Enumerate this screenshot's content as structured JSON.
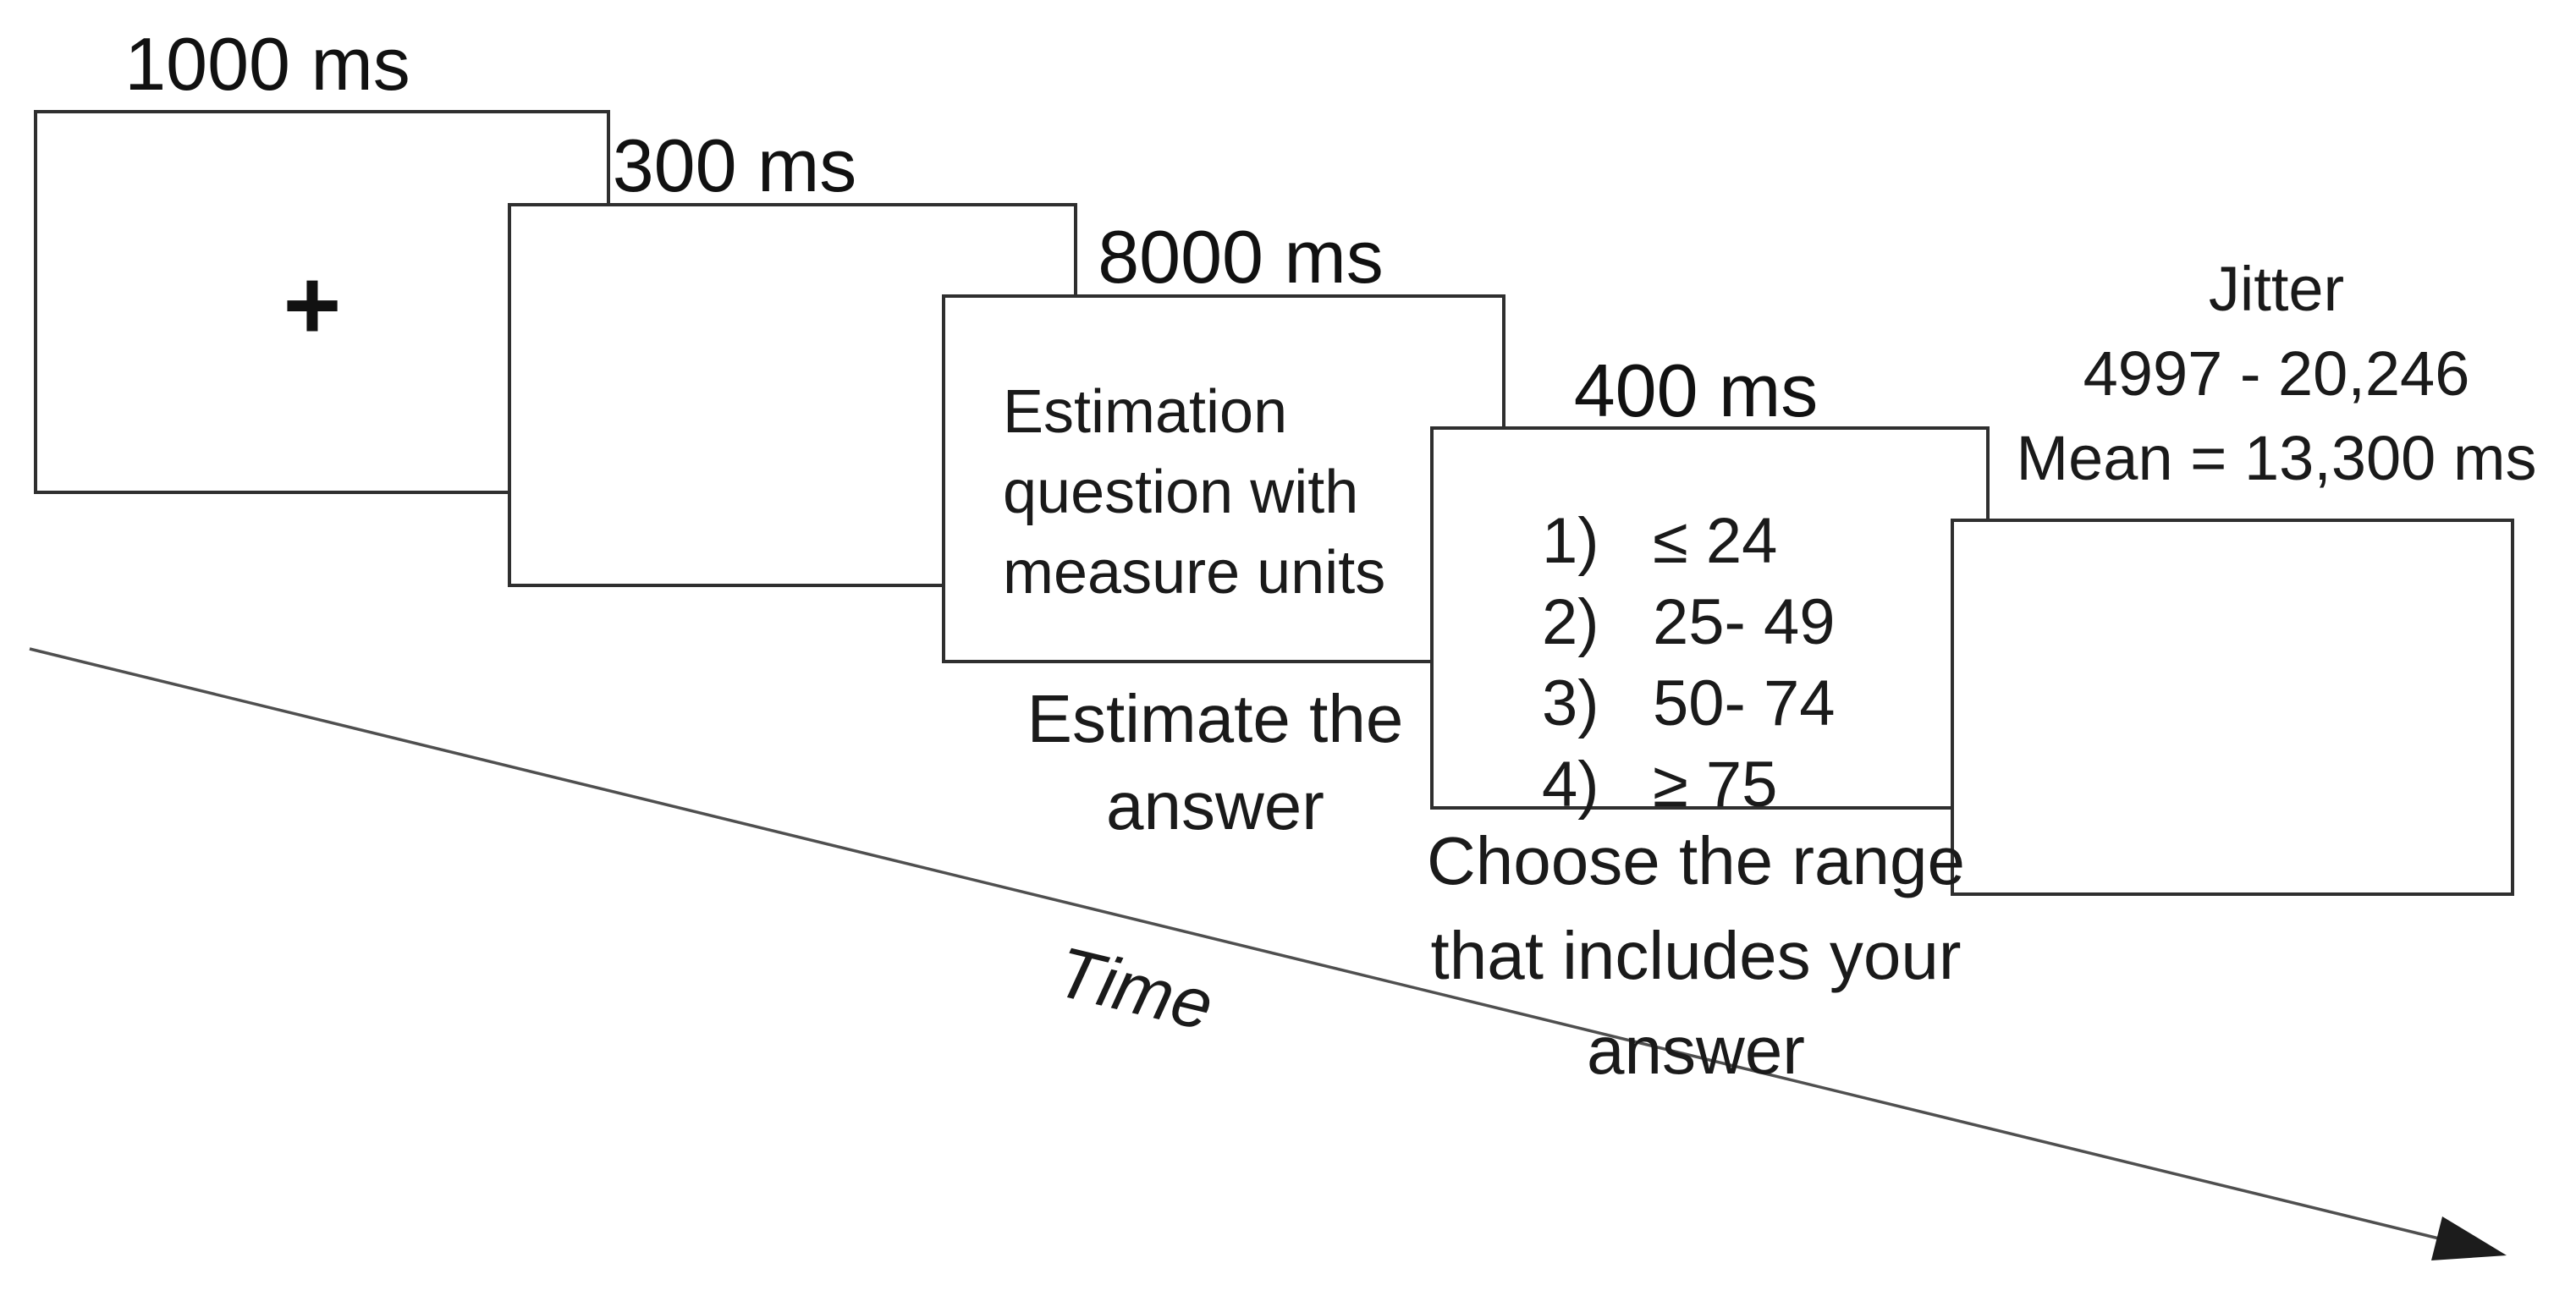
{
  "screens": [
    {
      "name": "fixation",
      "duration_label": "1000 ms",
      "fixation_cross": "+"
    },
    {
      "name": "blank",
      "duration_label": "300 ms"
    },
    {
      "name": "estimation-question",
      "duration_label": "8000 ms",
      "content_lines": [
        "Estimation",
        "question with",
        "measure units"
      ],
      "caption_lines": [
        "Estimate the",
        "answer"
      ]
    },
    {
      "name": "response-options",
      "duration_label": "400 ms",
      "options": [
        {
          "number": "1)",
          "range": "≤ 24"
        },
        {
          "number": "2)",
          "range": "25- 49"
        },
        {
          "number": "3)",
          "range": "50- 74"
        },
        {
          "number": "4)",
          "range": "≥ 75"
        }
      ],
      "caption_lines": [
        "Choose the range",
        "that includes your",
        "answer"
      ]
    },
    {
      "name": "jitter",
      "label_lines": [
        "Jitter",
        "4997 - 20,246",
        "Mean = 13,300 ms"
      ]
    }
  ],
  "timeline": {
    "axis_label": "Time"
  },
  "colors": {
    "background": "#ffffff",
    "box_border": "#2f2f2f",
    "text": "#1a1a1a",
    "arrow_line": "#4f4f4f",
    "arrow_head": "#1c1c1c"
  }
}
